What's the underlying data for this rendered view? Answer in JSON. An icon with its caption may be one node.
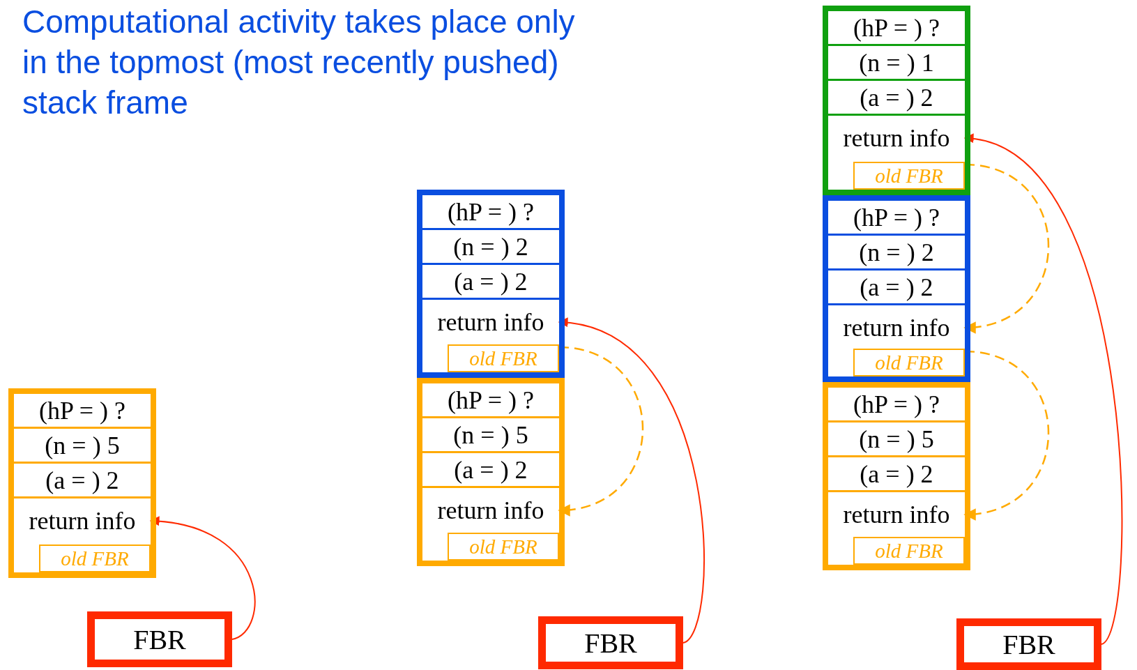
{
  "diagram": {
    "title": "Computational activity takes place only in the topmost (most recently pushed) stack frame",
    "nodes": [
      {
        "text": [],
        "shape": "box"
      },
      {
        "text": [
          "(hP = ) ?"
        ],
        "in": 0
      },
      {
        "text": [
          "(n = ) 5"
        ],
        "in": 0
      },
      {
        "text": [
          "(a = ) 2"
        ],
        "in": 0
      },
      {
        "text": [
          "return info"
        ],
        "in": 0
      },
      {
        "text": [
          "old FBR"
        ],
        "in": 4
      },
      {
        "text": [
          "FBR"
        ]
      },
      {
        "text": [],
        "shape": "box"
      },
      {
        "text": [
          "(hP = ) ?"
        ],
        "in": 7
      },
      {
        "text": [
          "(n = ) 2"
        ],
        "in": 7
      },
      {
        "text": [
          "(a = ) 2"
        ],
        "in": 7
      },
      {
        "text": [
          "return info"
        ],
        "in": 7
      },
      {
        "text": [
          "old FBR"
        ],
        "in": 11
      },
      {
        "text": [],
        "shape": "box"
      },
      {
        "text": [
          "(hP = ) ?"
        ],
        "in": 13
      },
      {
        "text": [
          "(n = ) 5"
        ],
        "in": 13
      },
      {
        "text": [
          "(a = ) 2"
        ],
        "in": 13
      },
      {
        "text": [
          "return info"
        ],
        "in": 13
      },
      {
        "text": [
          "old FBR"
        ],
        "in": 17
      },
      {
        "text": [
          "FBR"
        ]
      },
      {
        "text": [],
        "shape": "box"
      },
      {
        "text": [
          "(hP = ) ?"
        ],
        "in": 20
      },
      {
        "text": [
          "(n = ) 1"
        ],
        "in": 20
      },
      {
        "text": [
          "(a = ) 2"
        ],
        "in": 20
      },
      {
        "text": [
          "return info"
        ],
        "in": 20
      },
      {
        "text": [
          "old FBR"
        ],
        "in": 24
      },
      {
        "text": [],
        "shape": "box"
      },
      {
        "text": [
          "(hP = ) ?"
        ],
        "in": 26
      },
      {
        "text": [
          "(n = ) 2"
        ],
        "in": 26
      },
      {
        "text": [
          "(a = ) 2"
        ],
        "in": 26
      },
      {
        "text": [
          "return info"
        ],
        "in": 26
      },
      {
        "text": [
          "old FBR"
        ],
        "in": 30
      },
      {
        "text": [],
        "shape": "box"
      },
      {
        "text": [
          "(hP = ) ?"
        ],
        "in": 32
      },
      {
        "text": [
          "(n = ) 5"
        ],
        "in": 32
      },
      {
        "text": [
          "(a = ) 2"
        ],
        "in": 32
      },
      {
        "text": [
          "return info"
        ],
        "in": 32
      },
      {
        "text": [
          "old FBR"
        ],
        "in": 36
      },
      {
        "text": [
          "FBR"
        ]
      }
    ],
    "edges": [
      {
        "from": 6,
        "to": 4,
        "arrow": "to",
        "color": "#ff2a00"
      },
      {
        "from": 19,
        "to": 11,
        "arrow": "to",
        "color": "#ff2a00"
      },
      {
        "from": 12,
        "to": 17,
        "arrow": "to",
        "style": "dashed",
        "color": "#ffaa00"
      },
      {
        "from": 38,
        "to": 24,
        "arrow": "to",
        "color": "#ff2a00"
      },
      {
        "from": 25,
        "to": 30,
        "arrow": "to",
        "style": "dashed",
        "color": "#ffaa00"
      },
      {
        "from": 31,
        "to": 36,
        "arrow": "to",
        "style": "dashed",
        "color": "#ffaa00"
      }
    ]
  }
}
